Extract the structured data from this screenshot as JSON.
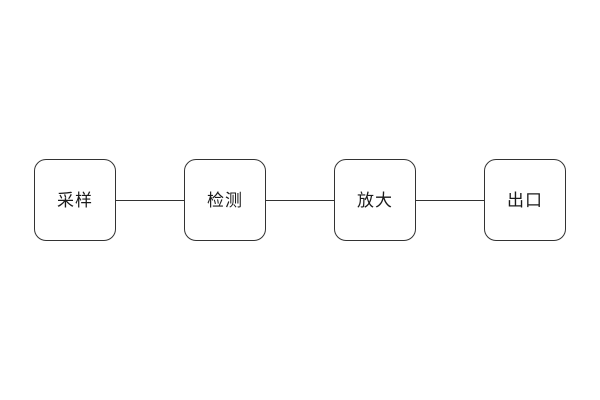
{
  "diagram": {
    "type": "flowchart",
    "direction": "horizontal",
    "nodes": [
      {
        "id": "sampling",
        "label": "采样"
      },
      {
        "id": "detection",
        "label": "检测"
      },
      {
        "id": "amplification",
        "label": "放大"
      },
      {
        "id": "outlet",
        "label": "出口"
      }
    ],
    "edges": [
      {
        "from": "sampling",
        "to": "detection"
      },
      {
        "from": "detection",
        "to": "amplification"
      },
      {
        "from": "amplification",
        "to": "outlet"
      }
    ],
    "colors": {
      "background": "#ffffff",
      "node_border": "#333333",
      "connector_line": "#333333",
      "text": "#1a1a1a"
    }
  }
}
